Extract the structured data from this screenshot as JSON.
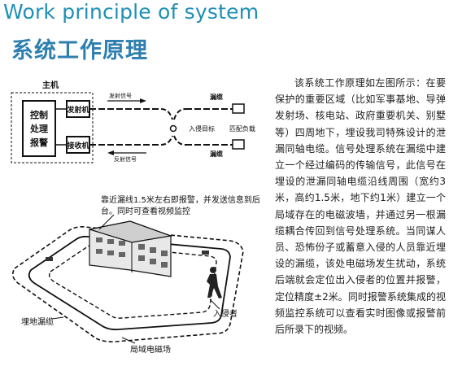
{
  "title_en": "Work principle of system",
  "title_cn": "系统工作原理",
  "description": "该系统工作原理如左图所示：在要保护的重要区域（比如军事基地、导弹发射场、核电站、政府重要机关、别墅等）四周地下，埋设我司特殊设计的泄漏同轴电缆。信号处理系统在漏缆中建立一个经过编码的传输信号，此信号在埋设的泄漏同轴电缆沿线周围（宽约3米，高约1.5米，地下约1米）建立一个局域存在的电磁波墙，并通过另一根漏缆耦合传回到信号处理系统。当同谋人员、恐怖份子或蓄意入侵的人员靠近埋设的漏缆，该处电磁场发生扰动，系统后端就会定位出入侵者的位置并报警，定位精度±2米。同时报警系统集成的视频监控系统可以查看实时图像或报警前后所录下的视频。",
  "block": {
    "host": "主机",
    "controller": "控制\n处理\n报警",
    "transmitter": "发射机",
    "receiver": "接收机",
    "tx_signal": "发射信号",
    "rx_signal": "反射信号",
    "cable_top": "漏缆",
    "cable_bottom": "漏缆",
    "intrusion": "入侵目标",
    "load": "匹配负载"
  },
  "scene": {
    "callout": "靠近漏线1.5米左右即报警，并发送信息到后台。同时可查看视频监控",
    "buried_cable": "埋地漏缆",
    "intruder": "入侵者",
    "field": "局域电磁场"
  }
}
